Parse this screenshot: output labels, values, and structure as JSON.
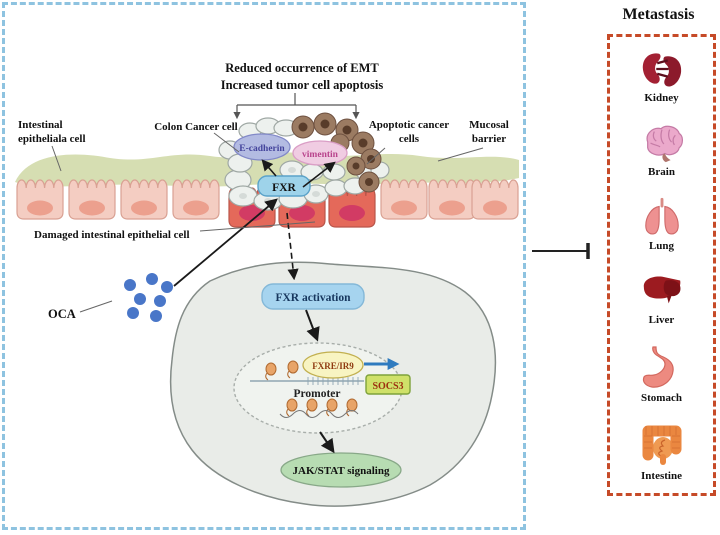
{
  "figure": {
    "main": {
      "top_text_line1": "Reduced occurrence of EMT",
      "top_text_line2": "Increased tumor cell apoptosis",
      "labels": {
        "intestinal_line1": "Intestinal",
        "intestinal_line2": "epitheliala cell",
        "colon_cancer": "Colon Cancer cell",
        "apoptotic_line1": "Apoptotic cancer",
        "apoptotic_line2": "cells",
        "mucosal_line1": "Mucosal",
        "mucosal_line2": "barrier",
        "damaged": "Damaged intestinal epithelial cell",
        "oca": "OCA"
      },
      "molecules": {
        "e_cadherin": "E-cadherin",
        "vimentin": "vimentin",
        "fxr": "FXR",
        "fxr_activation": "FXR activation",
        "fxre_ir9": "FXRE/IR9",
        "socs3": "SOCS3",
        "promoter": "Promoter",
        "jak_stat": "JAK/STAT signaling"
      }
    },
    "metastasis": {
      "title": "Metastasis",
      "organs": [
        {
          "icon": "kidney-icon",
          "label": "Kidney"
        },
        {
          "icon": "brain-icon",
          "label": "Brain"
        },
        {
          "icon": "lung-icon",
          "label": "Lung"
        },
        {
          "icon": "liver-icon",
          "label": "Liver"
        },
        {
          "icon": "stomach-icon",
          "label": "Stomach"
        },
        {
          "icon": "intestine-icon",
          "label": "Intestine"
        }
      ]
    },
    "colors": {
      "main_border": "#8ec3e0",
      "metastasis_border": "#c64a28",
      "oca_dot": "#4976c8",
      "fxr_fill": "#9ed3ea",
      "fxr_activation_fill": "#a6d4ef",
      "e_cadherin_fill": "#b3bbe2",
      "vimentin_fill": "#f0cce2",
      "fxre_fill": "#f8f4c2",
      "socs3_fill": "#cfe169",
      "jak_fill": "#b7dcb2",
      "blue_arrow": "#2f7bbf"
    }
  }
}
